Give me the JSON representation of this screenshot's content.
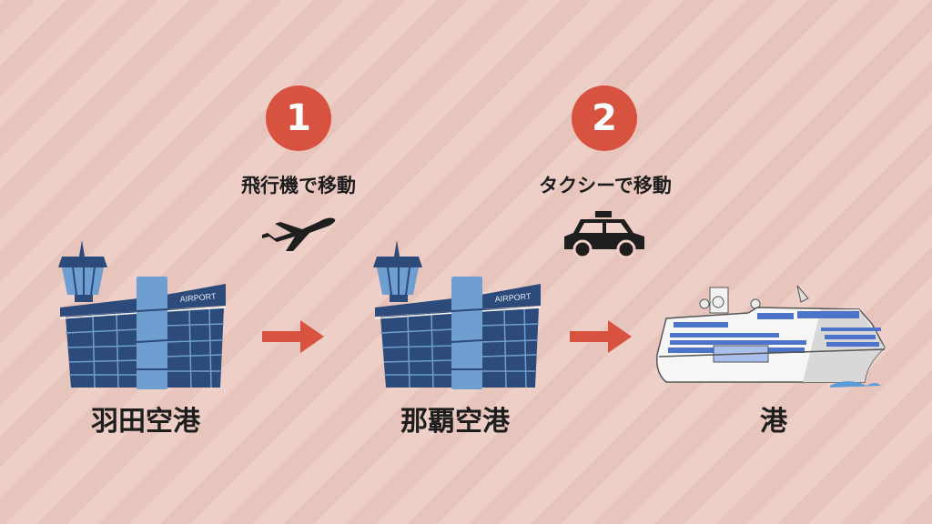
{
  "steps": [
    {
      "number": "1",
      "label": "飛行機で移動",
      "icon": "airplane-icon"
    },
    {
      "number": "2",
      "label": "タクシーで移動",
      "icon": "taxi-icon"
    }
  ],
  "places": [
    {
      "label": "羽田空港",
      "icon": "airport-icon",
      "sign": "AIRPORT"
    },
    {
      "label": "那覇空港",
      "icon": "airport-icon",
      "sign": "AIRPORT"
    },
    {
      "label": "港",
      "icon": "cruise-ship-icon"
    }
  ],
  "colors": {
    "accent": "#d8533f",
    "building": "#2c4a7a",
    "glass": "#6f9fd1"
  }
}
